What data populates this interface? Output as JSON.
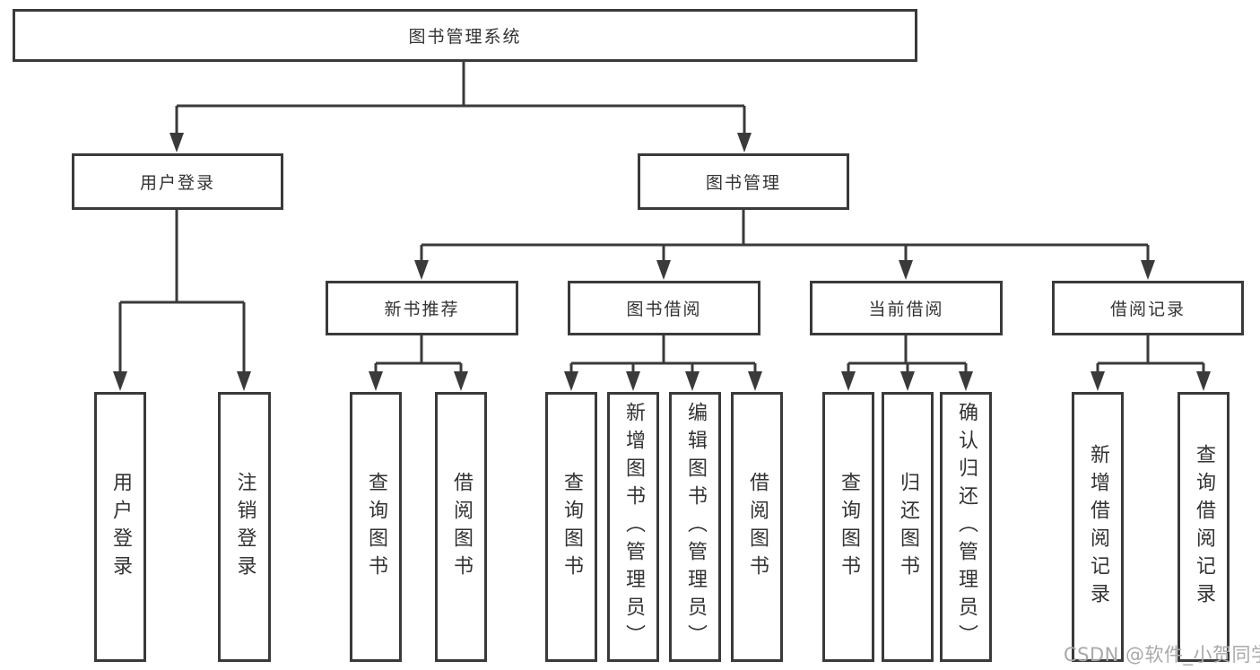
{
  "diagram": {
    "root": "图书管理系统",
    "user_login": {
      "label": "用户登录",
      "children": [
        "用户登录",
        "注销登录"
      ]
    },
    "book_mgmt": {
      "label": "图书管理",
      "sections": [
        {
          "label": "新书推荐",
          "children": [
            "查询图书",
            "借阅图书"
          ]
        },
        {
          "label": "图书借阅",
          "children": [
            "查询图书",
            "新增图书（管理员）",
            "编辑图书（管理员）",
            "借阅图书"
          ]
        },
        {
          "label": "当前借阅",
          "children": [
            "查询图书",
            "归还图书",
            "确认归还（管理员）"
          ]
        },
        {
          "label": "借阅记录",
          "children": [
            "新增借阅记录",
            "查询借阅记录"
          ]
        }
      ]
    }
  },
  "watermark": "CSDN @软件_小贺同学",
  "colors": {
    "line": "#3a3a3a",
    "text": "#333333",
    "watermark": "#a9a9a9"
  }
}
